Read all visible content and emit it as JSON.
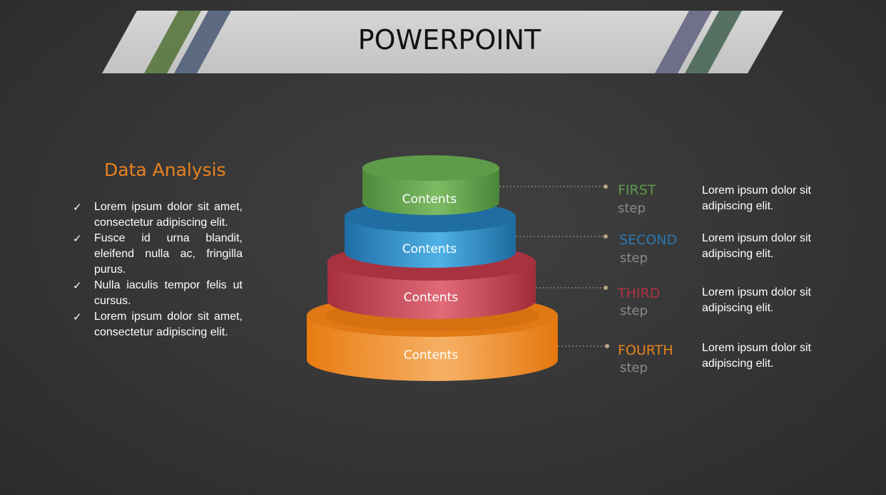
{
  "header": {
    "title": "POWERPOINT"
  },
  "left": {
    "title": "Data Analysis",
    "bullets": [
      "Lorem ipsum dolor sit amet, consectetur adipiscing elit.",
      "Fusce id urna blandit, eleifend nulla ac, fringilla purus.",
      "Nulla iaculis tempor felis ut cursus.",
      "Lorem ipsum dolor sit amet, consectetur adipiscing elit."
    ]
  },
  "cake": {
    "layers": [
      {
        "label": "Contents",
        "color": "#5a9a48"
      },
      {
        "label": "Contents",
        "color": "#2f86bf"
      },
      {
        "label": "Contents",
        "color": "#c0404f"
      },
      {
        "label": "Contents",
        "color": "#f08a1e"
      }
    ]
  },
  "steps": [
    {
      "name": "FIRST",
      "word": "step",
      "color": "#5f9b4a",
      "desc": "Lorem ipsum dolor sit adipiscing elit."
    },
    {
      "name": "SECOND",
      "word": "step",
      "color": "#2b77b0",
      "desc": "Lorem ipsum dolor sit adipiscing elit."
    },
    {
      "name": "THIRD",
      "word": "step",
      "color": "#b13240",
      "desc": "Lorem ipsum dolor sit adipiscing elit."
    },
    {
      "name": "FOURTH",
      "word": "step",
      "color": "#e8821f",
      "desc": "Lorem ipsum dolor sit adipiscing elit."
    }
  ]
}
